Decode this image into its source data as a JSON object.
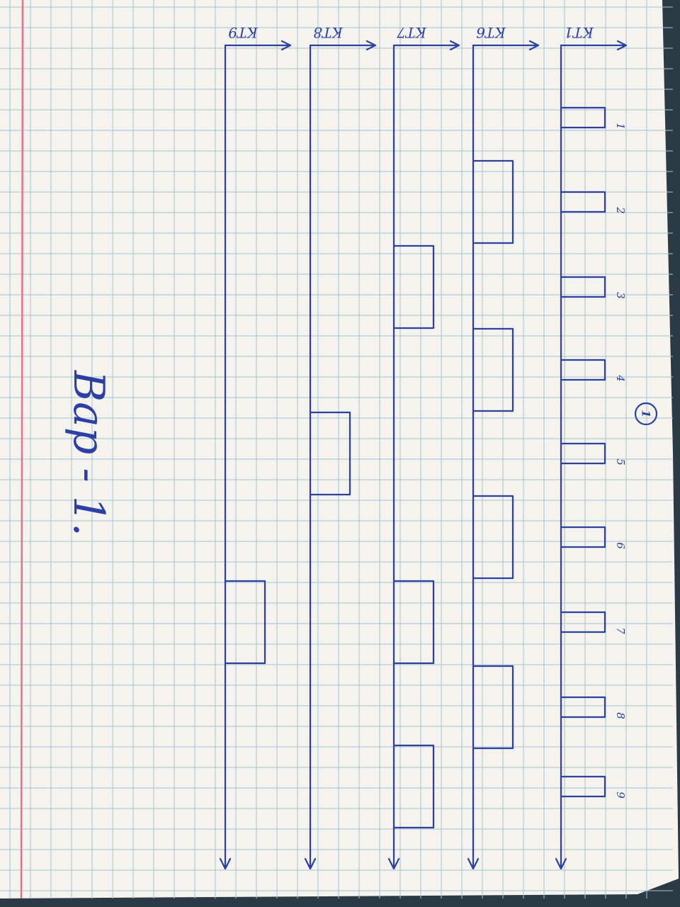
{
  "diagram": {
    "type": "timing-diagram",
    "page_number": "1",
    "variant_label": "Вар - 1.",
    "pulse_numbers": [
      "1",
      "2",
      "3",
      "4",
      "5",
      "6",
      "7",
      "8",
      "9"
    ],
    "lanes": [
      {
        "label": "КТ1",
        "pulses": [
          1,
          2,
          3,
          4,
          5,
          6,
          7,
          8,
          9
        ]
      },
      {
        "label": "КТ6",
        "pulses": [
          2,
          4,
          6,
          8
        ]
      },
      {
        "label": "КТ7",
        "pulses": [
          3,
          7,
          9
        ]
      },
      {
        "label": "КТ8",
        "pulses": [
          5
        ]
      },
      {
        "label": "КТ9",
        "pulses": [
          7
        ]
      }
    ]
  },
  "colors": {
    "ink": "#2b3fa8",
    "paper": "#f4f3ee",
    "grid": "#a9c3cf",
    "margin": "#e8708a"
  }
}
